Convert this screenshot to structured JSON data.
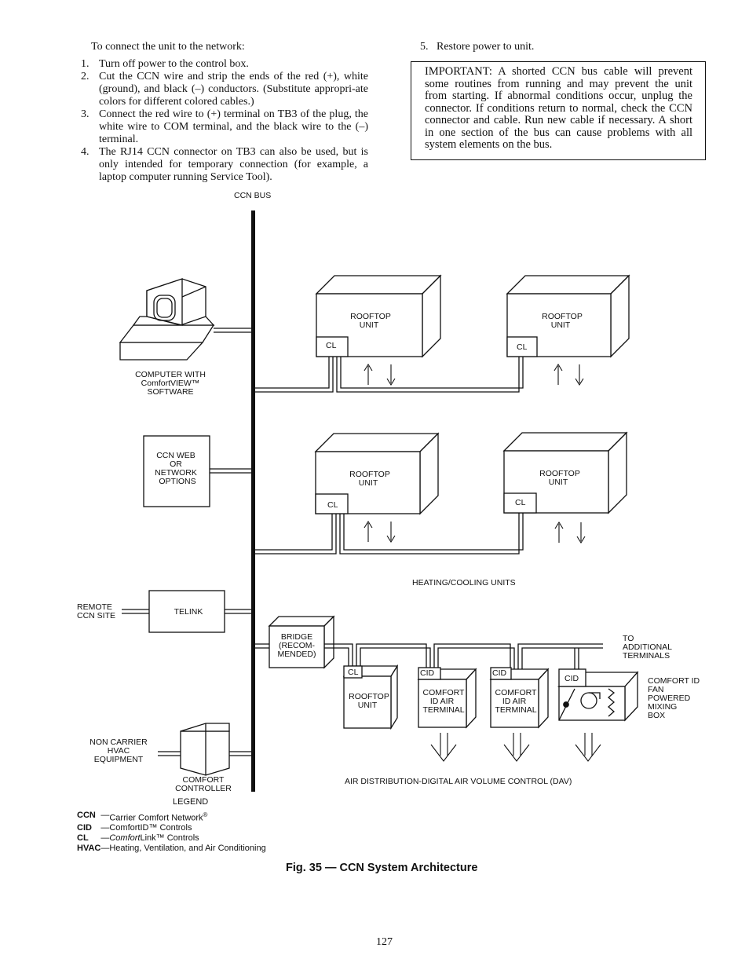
{
  "instructions": {
    "intro": "To connect the unit to the network:",
    "steps": [
      {
        "num": "1.",
        "text": "Turn off power to the control box."
      },
      {
        "num": "2.",
        "text": "Cut the CCN wire and strip the ends of the red (+), white (ground), and black (–) conductors. (Substitute appropri-ate colors for different colored cables.)"
      },
      {
        "num": "3.",
        "text": "Connect the red wire to (+) terminal on TB3 of the plug, the white wire to COM terminal, and the black wire to the (–) terminal."
      },
      {
        "num": "4.",
        "text": "The RJ14 CCN connector on TB3 can also be used, but is only intended for temporary connection (for example, a laptop computer running Service Tool)."
      }
    ],
    "step5": {
      "num": "5.",
      "text": "Restore power to unit."
    },
    "important": "IMPORTANT: A shorted CCN bus cable will prevent some routines from running and may prevent the unit from starting. If abnormal conditions occur, unplug the connector. If conditions return to normal, check the CCN connector and cable. Run new cable if necessary. A short in one section of the bus can cause problems with all system elements on the bus."
  },
  "diagram": {
    "bus_label": "CCN BUS",
    "computer_label": [
      "COMPUTER WITH",
      "ComfortVIEW™",
      "SOFTWARE"
    ],
    "web_label": [
      "CCN WEB",
      "OR",
      "NETWORK",
      "OPTIONS"
    ],
    "telink_label": "TELINK",
    "remote_label": [
      "REMOTE",
      "CCN SITE"
    ],
    "noncarrier_label": [
      "NON CARRIER",
      "HVAC",
      "EQUIPMENT"
    ],
    "comfort_controller_label": [
      "COMFORT",
      "CONTROLLER"
    ],
    "bridge_label": [
      "BRIDGE",
      "(RECOM-",
      "MENDED)"
    ],
    "rooftop_label": [
      "ROOFTOP",
      "UNIT"
    ],
    "cl_tag": "CL",
    "cid_tag": "CID",
    "heating_cooling_label": "HEATING/COOLING UNITS",
    "air_terminal_label": [
      "COMFORT",
      "ID AIR",
      "TERMINAL"
    ],
    "to_additional_label": [
      "TO",
      "ADDITIONAL",
      "TERMINALS"
    ],
    "fan_box_label": [
      "COMFORT ID",
      "FAN",
      "POWERED",
      "MIXING",
      "BOX"
    ],
    "air_distribution_label": "AIR DISTRIBUTION-DIGITAL AIR VOLUME CONTROL (DAV)"
  },
  "legend": {
    "title": "LEGEND",
    "dash": "—",
    "items": [
      {
        "abbr": "CCN",
        "pre": "",
        "italic": "",
        "text": "Carrier Comfort Network",
        "sup": "®"
      },
      {
        "abbr": "CID",
        "pre": "",
        "italic": "",
        "text": "ComfortID™ Controls",
        "sup": ""
      },
      {
        "abbr": "CL",
        "pre": "",
        "italic": "Comfort",
        "text": "Link™ Controls",
        "sup": ""
      },
      {
        "abbr": "HVAC",
        "pre": "",
        "italic": "",
        "text": "Heating, Ventilation, and Air Conditioning",
        "sup": ""
      }
    ]
  },
  "caption": "Fig. 35 — CCN System Architecture",
  "page_number": "127"
}
